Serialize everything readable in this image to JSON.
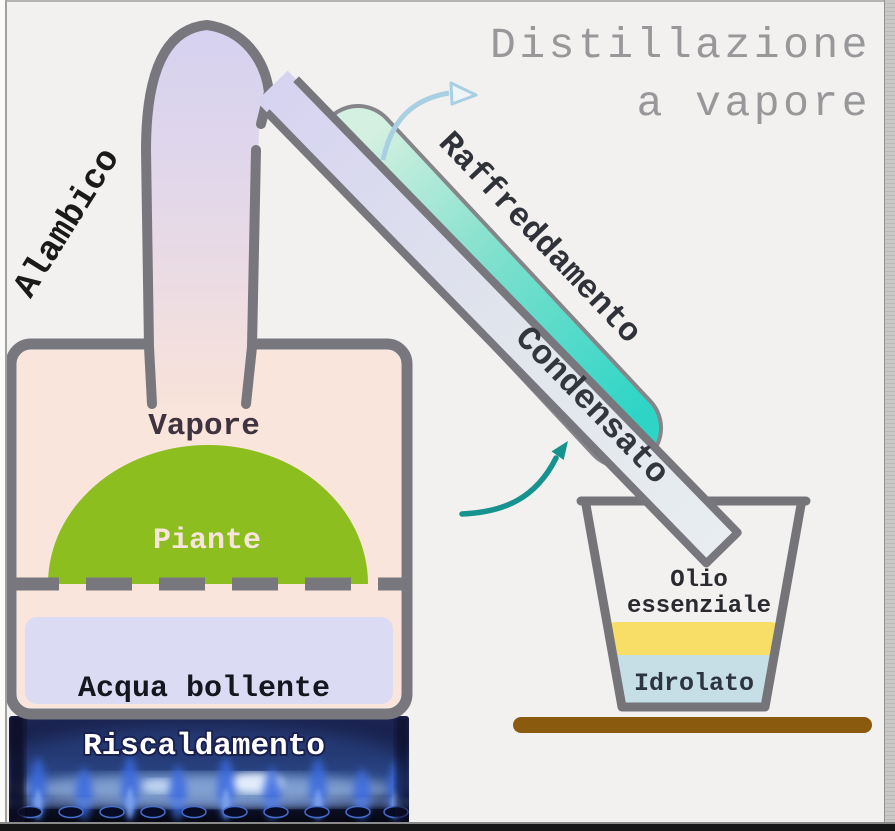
{
  "title": {
    "line1": "Distillazione",
    "line2": "a vapore"
  },
  "apparatus": {
    "alembic_label": "Alambico",
    "steam_label": "Vapore",
    "plants_label": "Piante",
    "boiling_water_label": "Acqua bollente",
    "heating_label": "Riscaldamento",
    "cooling_label": "Raffreddamento",
    "condensate_label": "Condensato",
    "essential_oil_label_line1": "Olio",
    "essential_oil_label_line2": "essenziale",
    "hydrolate_label": "Idrolato"
  },
  "colors": {
    "title_gray": "#98989a",
    "outline_gray": "#78777d",
    "steam_pink": "#fae5dc",
    "water_lavender": "#dbdbf4",
    "plant_green": "#8cbe20",
    "condenser_teal": "#2ed5c7",
    "oil_yellow": "#f8dd67",
    "hydrolate_blue": "#c6dee5",
    "table_brown": "#8a5a0e",
    "steam_arrow_blue": "#a9cfe2",
    "condensate_arrow_teal": "#17938f",
    "heating_bg_navy": "#17204a"
  }
}
